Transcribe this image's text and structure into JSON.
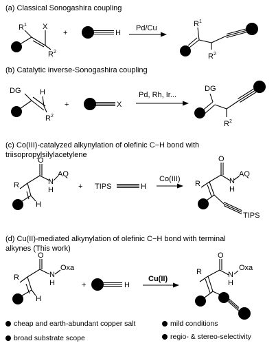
{
  "sections": [
    {
      "title": "(a) Classical Sonogashira coupling",
      "conditions": "Pd/Cu"
    },
    {
      "title": "(b) Catalytic inverse-Sonogashira coupling",
      "conditions": "Pd, Rh, Ir..."
    },
    {
      "title_line1": "(c) Co(III)-catalyzed alkynylation of olefinic C−H bond with",
      "title_line2": "triisopropylsilylacetylene",
      "conditions": "Co(III)"
    },
    {
      "title_line1": "(d) Cu(II)-mediated alkynylation of olefinic C−H bond with terminal",
      "title_line2": "alkynes (This work)",
      "conditions": "Cu(II)"
    }
  ],
  "labels": {
    "r1": "R",
    "r1_sup": "1",
    "r2": "R",
    "r2_sup": "2",
    "x": "X",
    "h": "H",
    "dg": "DG",
    "r": "R",
    "o": "O",
    "n": "N",
    "aq": "AQ",
    "oxa": "Oxa",
    "tips": "TIPS",
    "plus": "+"
  },
  "highlights": [
    "cheap and earth-abundant copper salt",
    "mild conditions",
    "broad substrate scope",
    "regio- & stereo-selectivity"
  ]
}
